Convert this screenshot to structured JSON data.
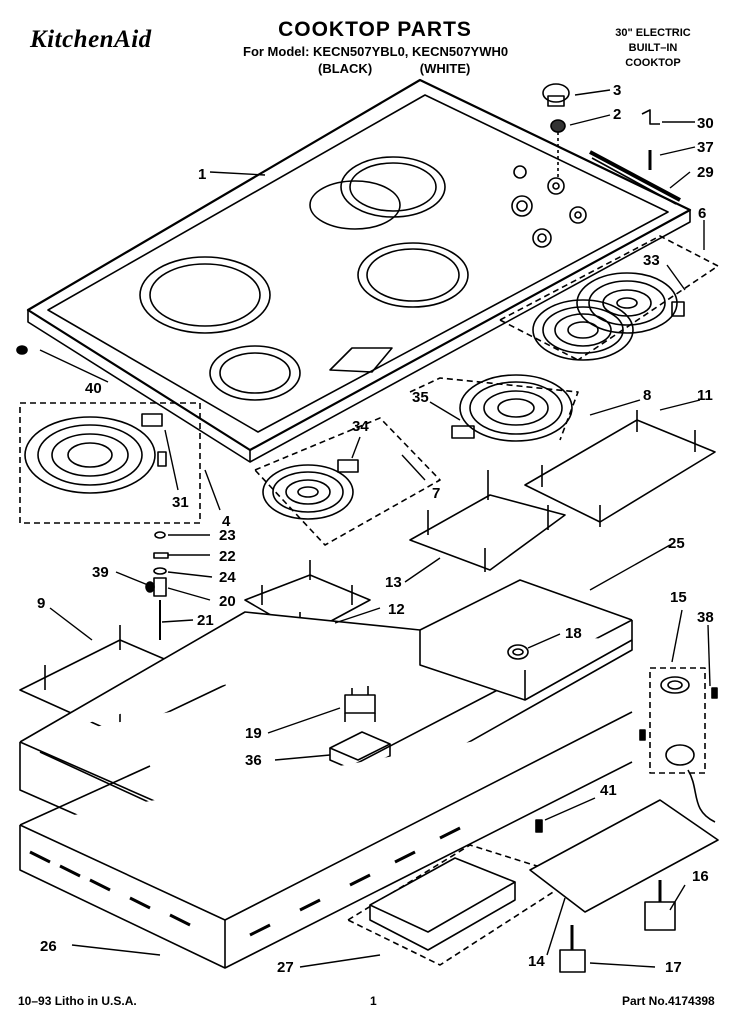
{
  "header": {
    "brand": "KitchenAid",
    "title": "COOKTOP PARTS",
    "model_line": "For Model: KECN507YBL0, KECN507YWH0",
    "color_black": "(BLACK)",
    "color_white": "(WHITE)",
    "description_lines": [
      "30\" ELECTRIC",
      "BUILT–IN",
      "COOKTOP"
    ]
  },
  "footer": {
    "left": "10–93 Litho in U.S.A.",
    "page": "1",
    "part_no": "Part No.4174398"
  },
  "callouts": [
    "1",
    "2",
    "3",
    "4",
    "6",
    "7",
    "8",
    "9",
    "11",
    "12",
    "13",
    "14",
    "15",
    "16",
    "17",
    "18",
    "19",
    "20",
    "21",
    "22",
    "23",
    "24",
    "25",
    "26",
    "27",
    "29",
    "30",
    "31",
    "33",
    "34",
    "35",
    "36",
    "37",
    "38",
    "39",
    "40",
    "41"
  ]
}
